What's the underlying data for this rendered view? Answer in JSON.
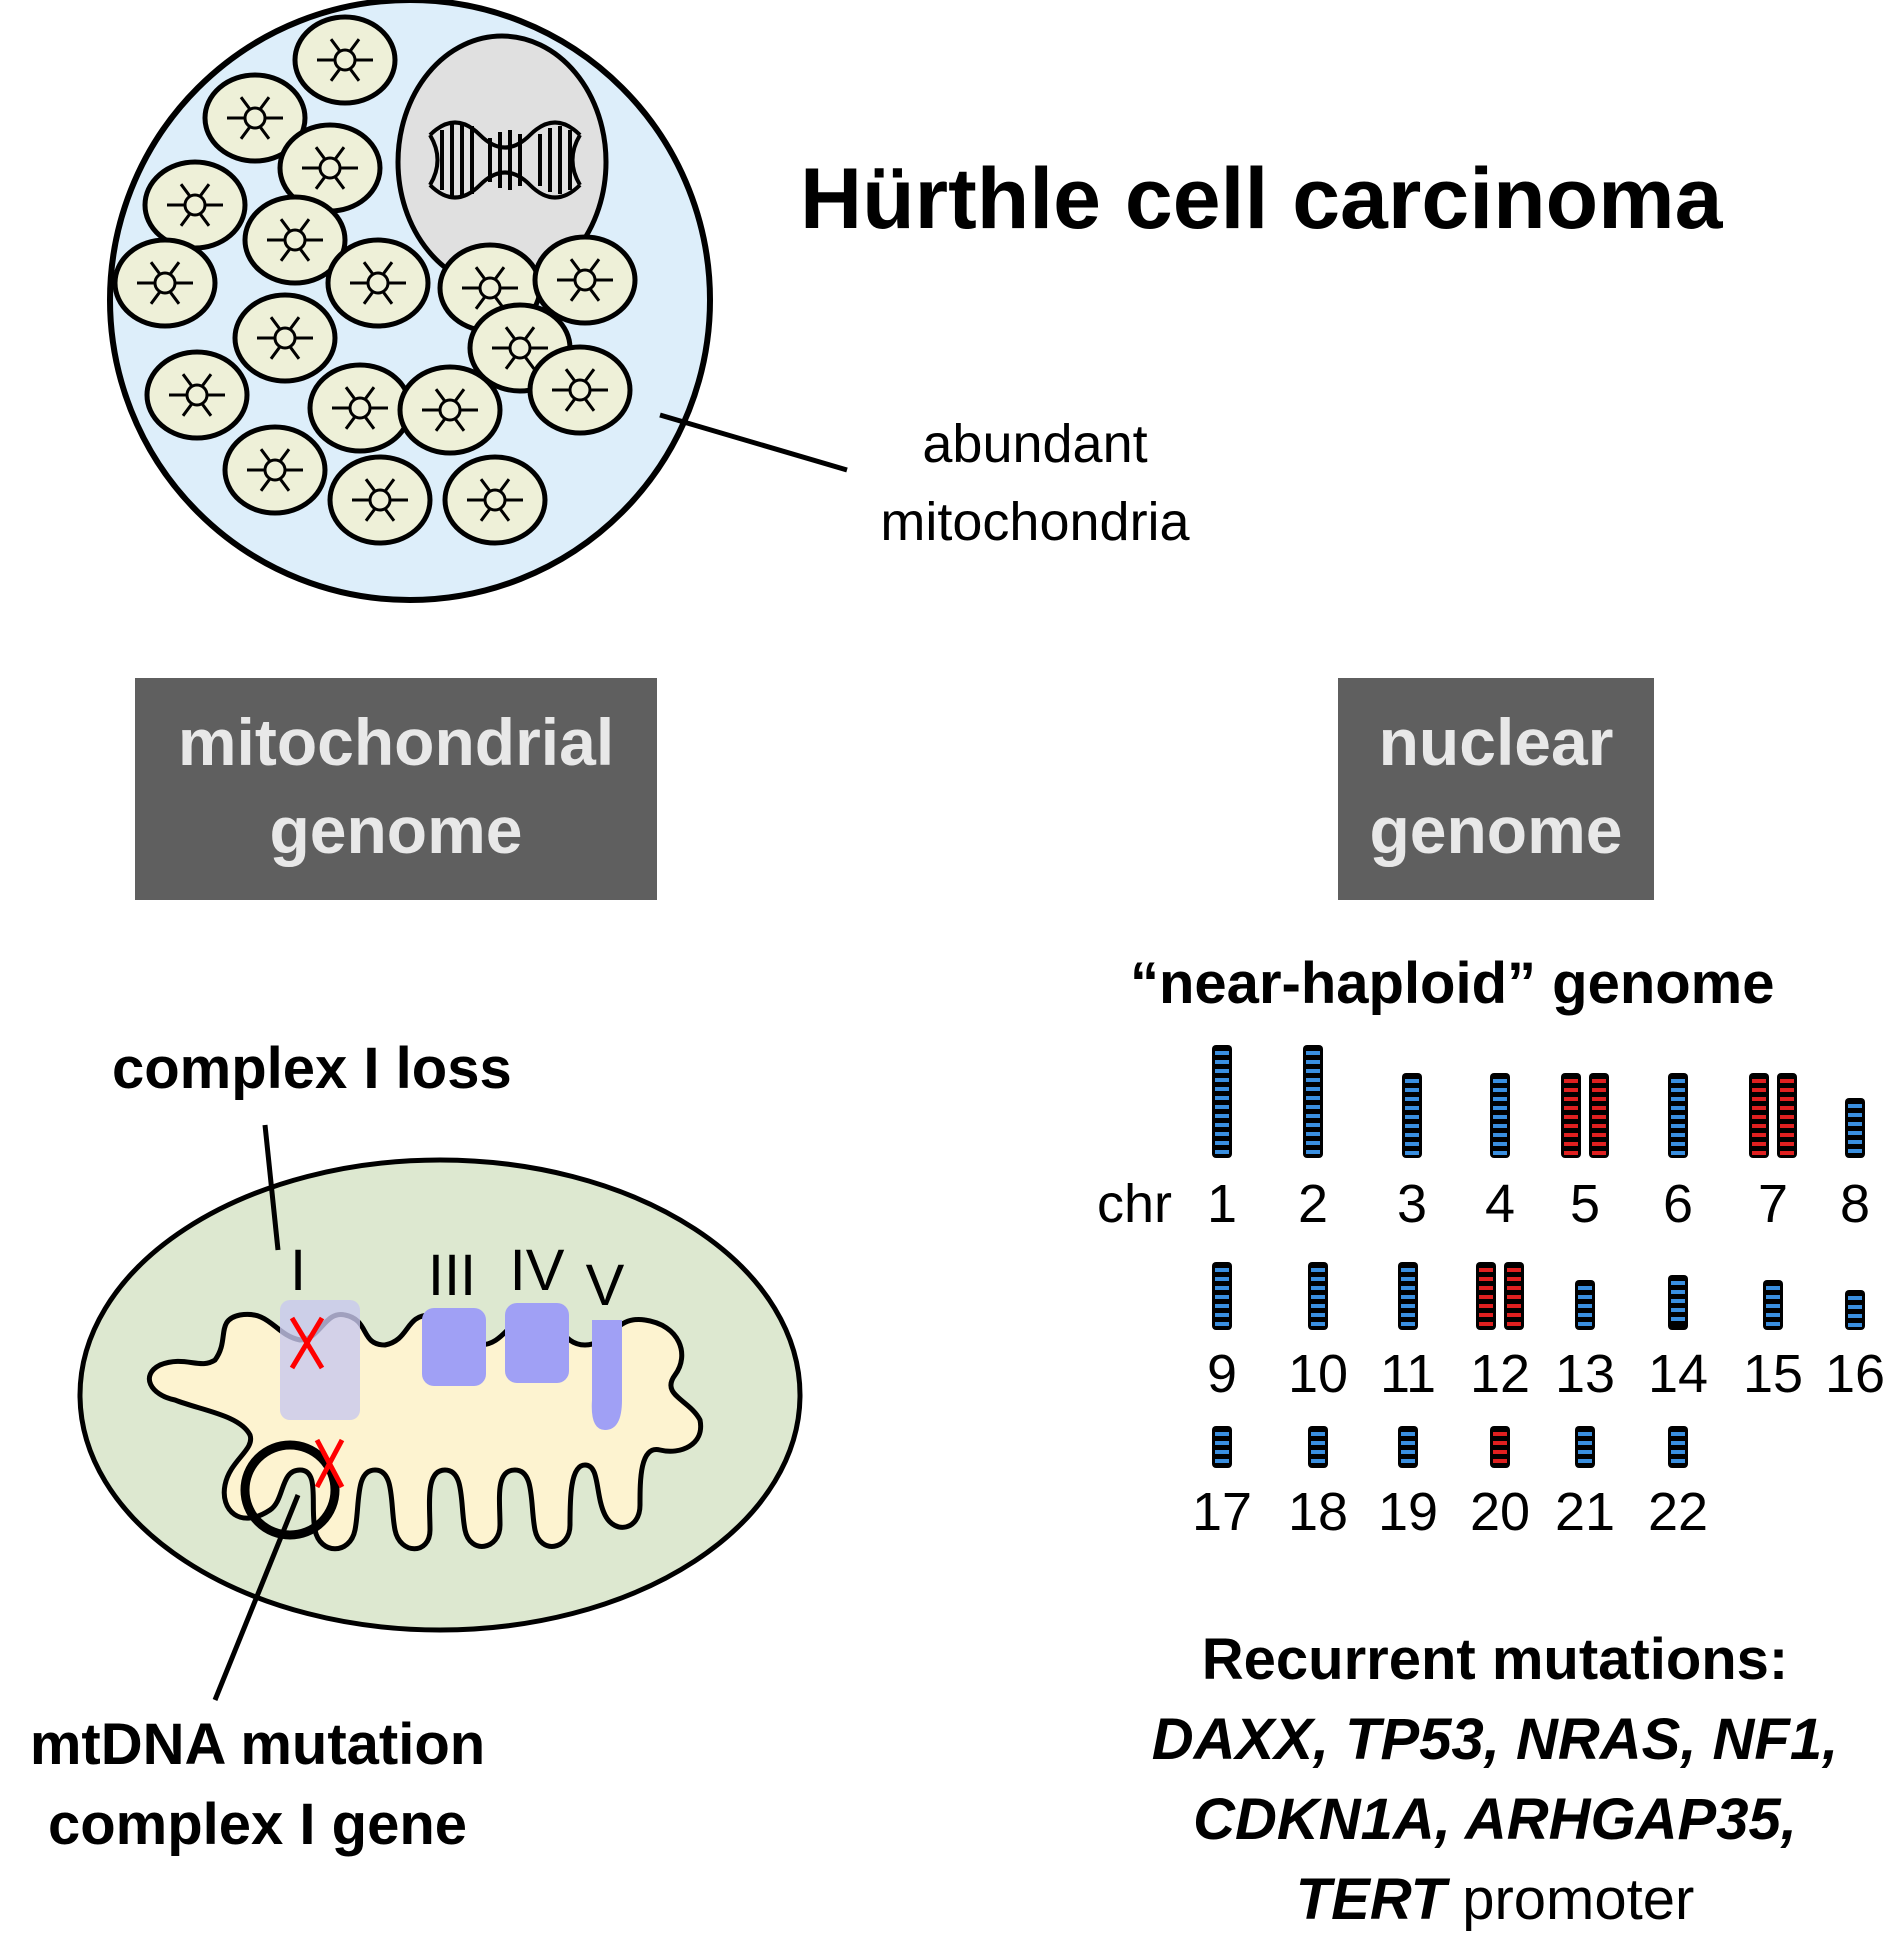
{
  "title": "Hürthle cell carcinoma",
  "callout": {
    "line1": "abundant",
    "line2": "mitochondria"
  },
  "mito_box": {
    "line1": "mitochondrial",
    "line2": "genome"
  },
  "nuclear_box": {
    "line1": "nuclear",
    "line2": "genome"
  },
  "haploid_label": "“near-haploid” genome",
  "complex_loss_label": "complex I loss",
  "complex_labels": [
    "I",
    "III",
    "IV",
    "V"
  ],
  "mtdna_label": {
    "line1": "mtDNA mutation",
    "line2": "complex I gene"
  },
  "chr_prefix": "chr",
  "chromosomes": [
    {
      "n": "1",
      "copies": 1,
      "color": "blue"
    },
    {
      "n": "2",
      "copies": 1,
      "color": "blue"
    },
    {
      "n": "3",
      "copies": 1,
      "color": "blue"
    },
    {
      "n": "4",
      "copies": 1,
      "color": "blue"
    },
    {
      "n": "5",
      "copies": 2,
      "color": "red"
    },
    {
      "n": "6",
      "copies": 1,
      "color": "blue"
    },
    {
      "n": "7",
      "copies": 2,
      "color": "red"
    },
    {
      "n": "8",
      "copies": 1,
      "color": "blue"
    },
    {
      "n": "9",
      "copies": 1,
      "color": "blue"
    },
    {
      "n": "10",
      "copies": 1,
      "color": "blue"
    },
    {
      "n": "11",
      "copies": 1,
      "color": "blue"
    },
    {
      "n": "12",
      "copies": 2,
      "color": "red"
    },
    {
      "n": "13",
      "copies": 1,
      "color": "blue"
    },
    {
      "n": "14",
      "copies": 1,
      "color": "blue"
    },
    {
      "n": "15",
      "copies": 1,
      "color": "blue"
    },
    {
      "n": "16",
      "copies": 1,
      "color": "blue"
    },
    {
      "n": "17",
      "copies": 1,
      "color": "blue"
    },
    {
      "n": "18",
      "copies": 1,
      "color": "blue"
    },
    {
      "n": "19",
      "copies": 1,
      "color": "blue"
    },
    {
      "n": "20",
      "copies": 1,
      "color": "red"
    },
    {
      "n": "21",
      "copies": 1,
      "color": "blue"
    },
    {
      "n": "22",
      "copies": 1,
      "color": "blue"
    }
  ],
  "recurrent": {
    "heading": "Recurrent mutations:",
    "genes_line1": "DAXX, TP53, NRAS, NF1,",
    "genes_line2": "CDKN1A, ARHGAP35,",
    "gene_tert": "TERT",
    "promoter": " promoter"
  },
  "colors": {
    "cell_fill": "#ddeefa",
    "nucleus_fill": "#e0e0e0",
    "mito_fill": "#eef0d8",
    "mito_outer_fill": "#dde8d0",
    "matrix_fill": "#fdf3d0",
    "complex_fill": "#a0a0f5",
    "mutation_x": "#ff0000",
    "box_fill": "#5f5f5f",
    "band_blue": "#3a8fe0",
    "band_red": "#e02020"
  }
}
